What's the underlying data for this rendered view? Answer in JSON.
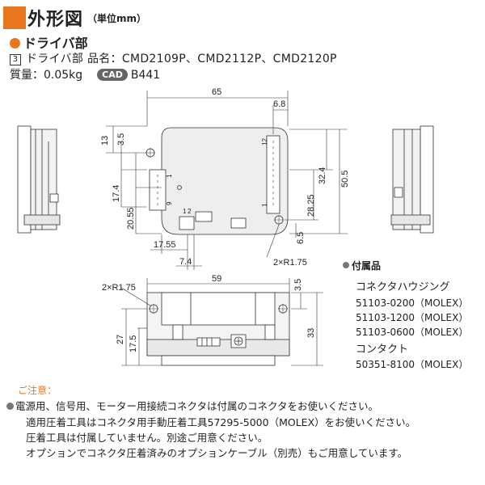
{
  "header": {
    "title": "外形図",
    "unit": "（単位mm）"
  },
  "section": {
    "title": "ドライバ部"
  },
  "product": {
    "index": "3",
    "name_line": "ドライバ部 品名：CMD2109P、CMD2112P、CMD2120P",
    "mass_label": "質量：0.05kg",
    "cad_badge": "CAD",
    "cad_code": "B441"
  },
  "drawing": {
    "top_view": {
      "width": "65",
      "d_6_8": "6.8",
      "d_13": "13",
      "d_3_5": "3.5",
      "d_17_4": "17.4",
      "d_20_55": "20.55",
      "d_32_4": "32.4",
      "d_28_25": "28.25",
      "d_50_5": "50.5",
      "d_6_5": "6.5",
      "d_17_55": "17.55",
      "d_7_4": "7.4",
      "radius": "2×R1.75",
      "pin_12_top": "12",
      "pin_1_top": "1",
      "pin_1_left": "1",
      "pin_9_left": "9",
      "pin_1_bot": "1",
      "pin_2_bot": "2"
    },
    "bottom_view": {
      "radius": "2×R1.75",
      "width": "59",
      "d_3_5": "3.5",
      "d_27": "27",
      "d_17_5": "17.5",
      "d_33": "33"
    }
  },
  "accessories": {
    "title": "付属品",
    "housing_label": "コネクタハウジング",
    "housing_parts": [
      "51103-0200（MOLEX）",
      "51103-1200（MOLEX）",
      "51103-0600（MOLEX）"
    ],
    "contact_label": "コンタクト",
    "contact_parts": [
      "50351-8100（MOLEX）"
    ]
  },
  "notes": {
    "heading": "ご注意：",
    "lines": [
      "電源用、信号用、モーター用接続コネクタは付属のコネクタをお使いください。",
      "適用圧着工具はコネクタ用手動圧着工具57295-5000（MOLEX）をお使いください。",
      "圧着工具は付属していません。別途ご用意ください。",
      "オプションでコネクタ圧着済みのオプションケーブル（別売）もご用意しています。"
    ]
  },
  "colors": {
    "accent": "#e8761e",
    "line": "#333333",
    "board_fill": "#eeeeee"
  }
}
